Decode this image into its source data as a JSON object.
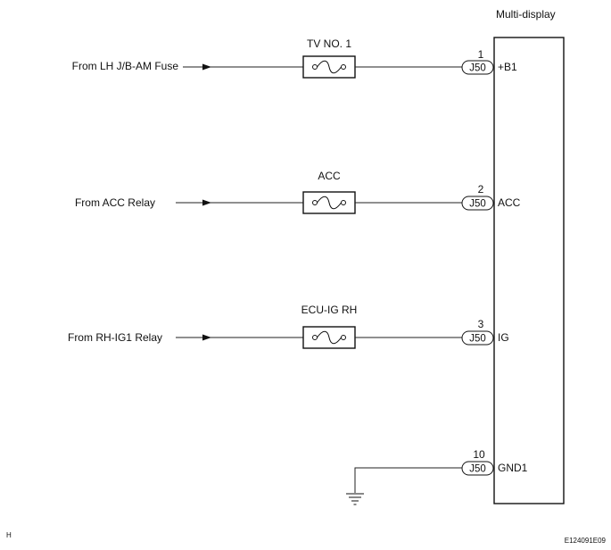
{
  "module": {
    "name": "Multi-display"
  },
  "circuits": [
    {
      "source": "From LH J/B-AM Fuse",
      "fuse": "TV NO. 1",
      "pin": "1",
      "connector": "J50",
      "terminal": "+B1"
    },
    {
      "source": "From ACC Relay",
      "fuse": "ACC",
      "pin": "2",
      "connector": "J50",
      "terminal": "ACC"
    },
    {
      "source": "From RH-IG1 Relay",
      "fuse": "ECU-IG RH",
      "pin": "3",
      "connector": "J50",
      "terminal": "IG"
    }
  ],
  "ground": {
    "pin": "10",
    "connector": "J50",
    "terminal": "GND1"
  },
  "footer": {
    "left_code": "H",
    "right_code": "E124091E09"
  },
  "icons": {
    "arrow": "arrow-right-icon",
    "fuse": "fuse-icon",
    "ground": "ground-icon"
  }
}
